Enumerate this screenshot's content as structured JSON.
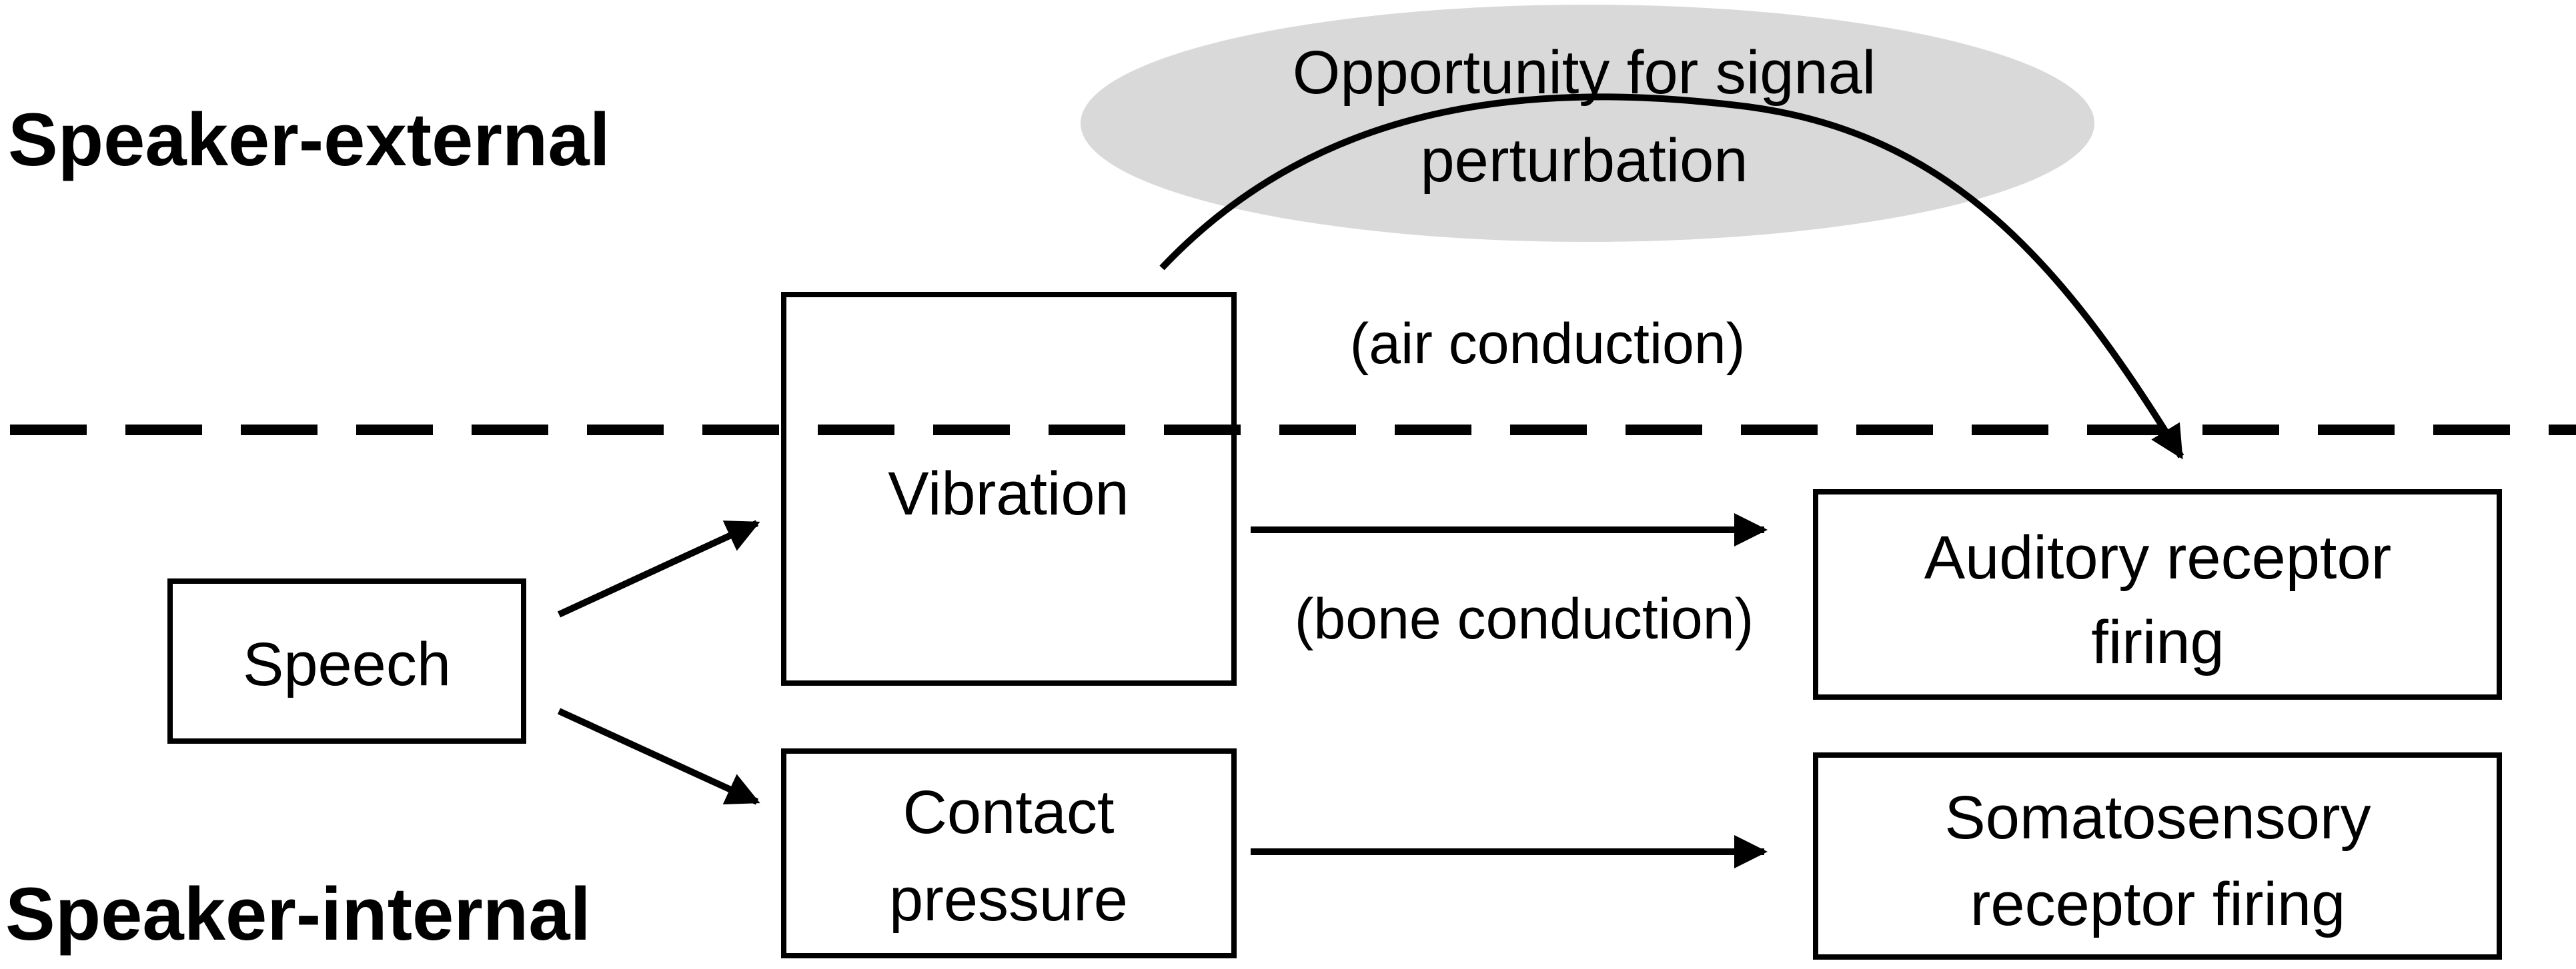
{
  "regions": {
    "external_label": "Speaker-external",
    "internal_label": "Speaker-internal"
  },
  "boxes": {
    "speech": "Speech",
    "vibration": "Vibration",
    "contact_line1": "Contact",
    "contact_line2": "pressure",
    "auditory_line1": "Auditory receptor",
    "auditory_line2": "firing",
    "somato_line1": "Somatosensory",
    "somato_line2": "receptor firing"
  },
  "annotations": {
    "air_conduction": "(air conduction)",
    "bone_conduction": "(bone conduction)",
    "perturbation_line1": "Opportunity for signal",
    "perturbation_line2": "perturbation"
  },
  "colors": {
    "ellipse_fill": "#d9d9d9",
    "stroke": "#000000"
  }
}
